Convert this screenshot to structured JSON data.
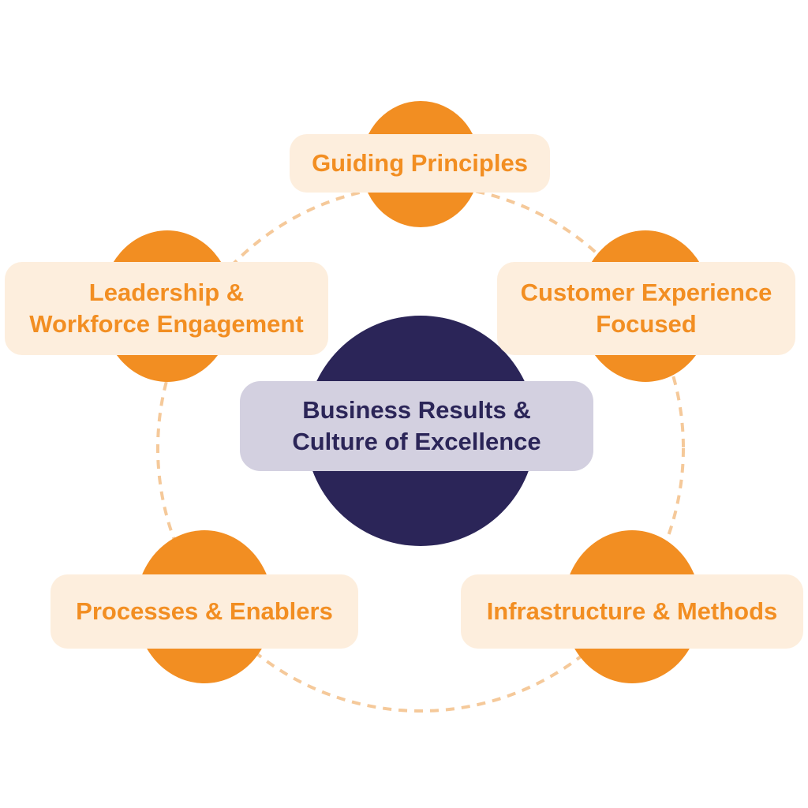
{
  "colors": {
    "outer_circle": "#f28e22",
    "outer_pill_bg": "#fdeedd",
    "outer_text": "#f28e22",
    "center_circle": "#2b2558",
    "center_pill_bg": "#d3d0e0",
    "center_text": "#2b2558",
    "dashed_ring": "#f5c99a"
  },
  "center": {
    "line1": "Business Results &",
    "line2": "Culture of Excellence"
  },
  "nodes": {
    "guiding": {
      "line1": "Guiding Principles"
    },
    "leadership": {
      "line1": "Leadership &",
      "line2": "Workforce Engagement"
    },
    "customer": {
      "line1": "Customer Experience",
      "line2": "Focused"
    },
    "processes": {
      "line1": "Processes & Enablers"
    },
    "infrastructure": {
      "line1": "Infrastructure & Methods"
    }
  }
}
